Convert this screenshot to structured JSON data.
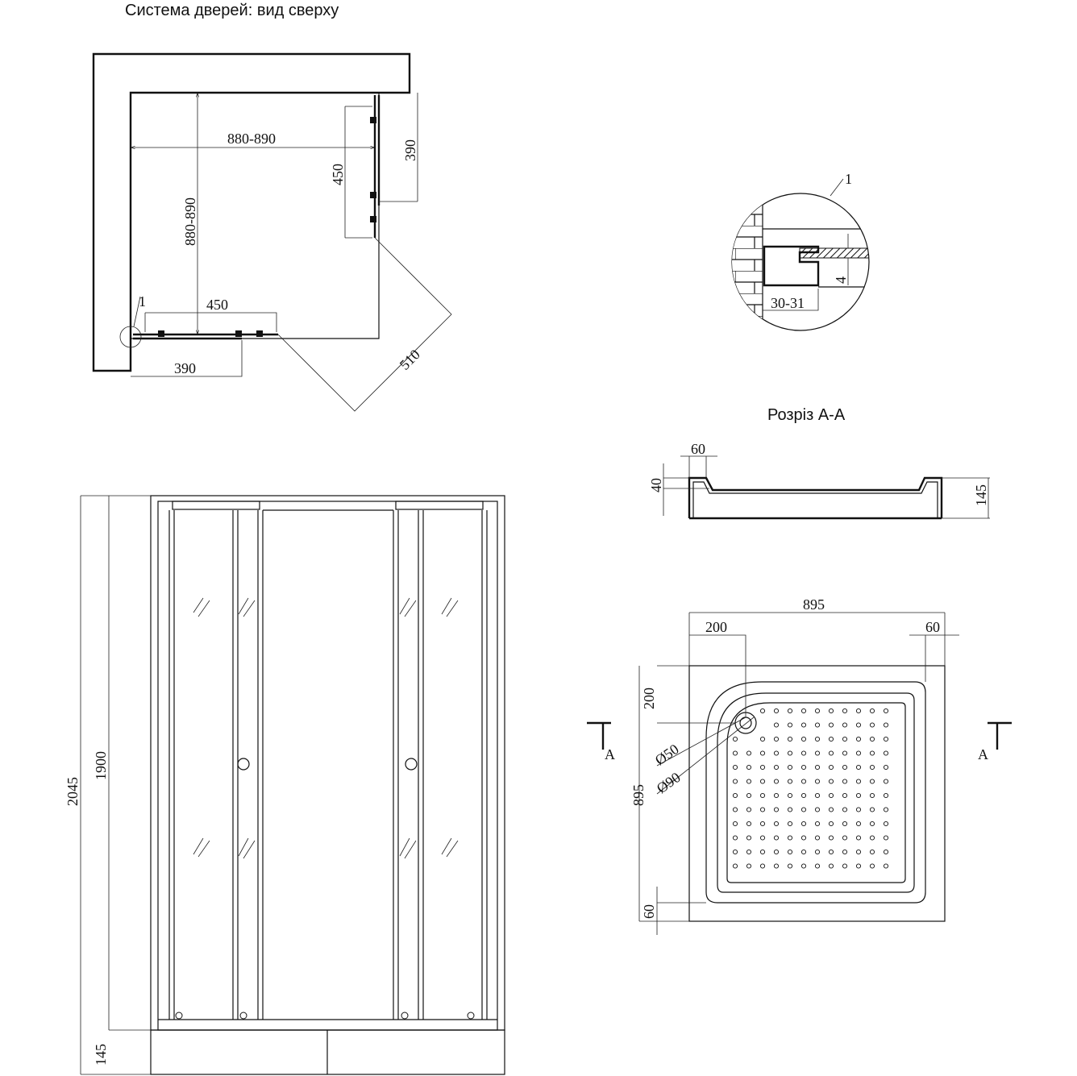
{
  "top_view": {
    "title": "Система дверей: вид сверху",
    "width_dim": "880-890",
    "depth_dim": "880-890",
    "right_door_dim": "450",
    "right_fixed_dim": "390",
    "bottom_door_dim": "450",
    "bottom_fixed_dim": "390",
    "diagonal_dim": "510",
    "callout": "1"
  },
  "detail": {
    "callout": "1",
    "width_dim": "30-31",
    "gap_dim": "4"
  },
  "section": {
    "title": "Розріз А-А",
    "rim_width": "60",
    "rim_depth": "40",
    "height": "145"
  },
  "tray_plan": {
    "width": "895",
    "depth": "895",
    "drain_offset_x": "200",
    "drain_offset_y": "200",
    "rim_right": "60",
    "rim_bottom": "60",
    "drain_inner": "Ø50",
    "drain_outer": "Ø90",
    "section_mark_left": "A",
    "section_mark_right": "A"
  },
  "front_view": {
    "total_height": "2045",
    "cabin_height": "1900",
    "tray_height": "145"
  }
}
